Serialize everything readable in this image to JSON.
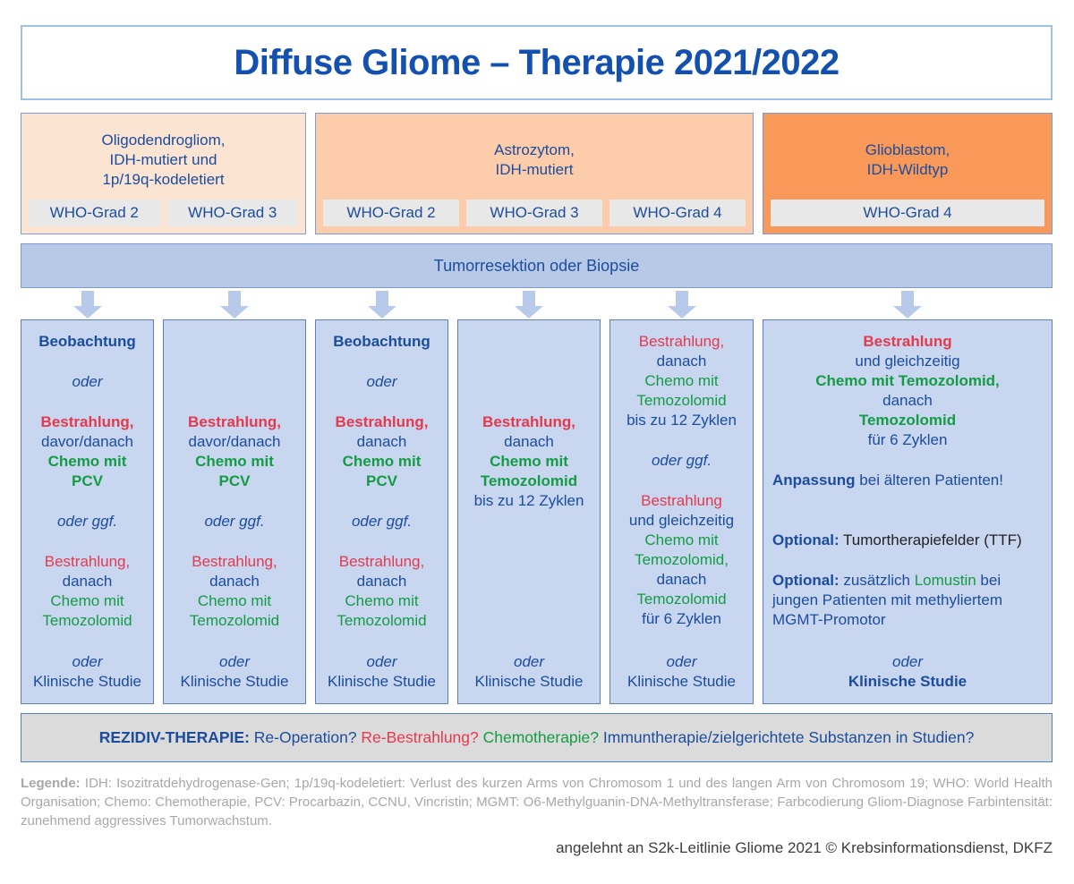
{
  "title": "Diffuse Gliome – Therapie 2021/2022",
  "colors": {
    "title_blue": "#1450b0",
    "text_blue": "#1b4c9e",
    "red": "#e5394e",
    "green": "#139c44",
    "black": "#222222",
    "group_oligodendrogliom_bg": "#fbe4d2",
    "group_astrozytom_bg": "#fdccab",
    "group_glioblastom_bg": "#f8995a",
    "grade_chip_bg": "#e8e8e8",
    "resection_bar_bg": "#b7c9e6",
    "therapy_column_bg": "#c8d6ef",
    "rezidiv_bar_bg": "#dbdbdb",
    "legend_gray": "#a8a8a8"
  },
  "header": {
    "groups": [
      {
        "id": "oligodendrogliom",
        "lines": [
          "Oligodendrogliom,",
          "IDH-mutiert und",
          "1p/19q-kodeletiert"
        ],
        "grades": [
          "WHO-Grad 2",
          "WHO-Grad 3"
        ]
      },
      {
        "id": "astrozytom",
        "lines": [
          "Astrozytom,",
          "IDH-mutiert"
        ],
        "grades": [
          "WHO-Grad 2",
          "WHO-Grad 3",
          "WHO-Grad 4"
        ]
      },
      {
        "id": "glioblastom",
        "lines": [
          "Glioblastom,",
          "IDH-Wildtyp"
        ],
        "grades": [
          "WHO-Grad 4"
        ]
      }
    ]
  },
  "resection_bar": "Tumorresektion oder Biopsie",
  "columns": [
    {
      "blocks": [
        {
          "lines": [
            [
              {
                "t": "Beobachtung",
                "b": true
              }
            ]
          ]
        },
        {
          "lines": [
            [
              {
                "t": "oder",
                "i": true
              }
            ]
          ]
        },
        {
          "lines": [
            [
              {
                "t": "Bestrahlung,",
                "c": "red",
                "b": true
              }
            ],
            [
              {
                "t": "davor/danach"
              }
            ],
            [
              {
                "t": "Chemo mit",
                "c": "green",
                "b": true
              }
            ],
            [
              {
                "t": "PCV",
                "c": "green",
                "b": true
              }
            ]
          ]
        },
        {
          "lines": [
            [
              {
                "t": "oder ggf.",
                "i": true
              }
            ]
          ]
        },
        {
          "lines": [
            [
              {
                "t": "Bestrahlung,",
                "c": "red"
              }
            ],
            [
              {
                "t": "danach"
              }
            ],
            [
              {
                "t": "Chemo mit",
                "c": "green"
              }
            ],
            [
              {
                "t": "Temozolomid",
                "c": "green"
              }
            ]
          ]
        },
        {
          "bottom": true,
          "lines": [
            [
              {
                "t": "oder",
                "i": true
              }
            ],
            [
              {
                "t": "Klinische Studie"
              }
            ]
          ]
        }
      ]
    },
    {
      "blocks": [
        {
          "mt": 90,
          "lines": [
            [
              {
                "t": "Bestrahlung,",
                "c": "red",
                "b": true
              }
            ],
            [
              {
                "t": "davor/danach"
              }
            ],
            [
              {
                "t": "Chemo mit",
                "c": "green",
                "b": true
              }
            ],
            [
              {
                "t": "PCV",
                "c": "green",
                "b": true
              }
            ]
          ]
        },
        {
          "lines": [
            [
              {
                "t": "oder ggf.",
                "i": true
              }
            ]
          ]
        },
        {
          "lines": [
            [
              {
                "t": "Bestrahlung,",
                "c": "red"
              }
            ],
            [
              {
                "t": "danach"
              }
            ],
            [
              {
                "t": "Chemo mit",
                "c": "green"
              }
            ],
            [
              {
                "t": "Temozolomid",
                "c": "green"
              }
            ]
          ]
        },
        {
          "bottom": true,
          "lines": [
            [
              {
                "t": "oder",
                "i": true
              }
            ],
            [
              {
                "t": "Klinische Studie"
              }
            ]
          ]
        }
      ]
    },
    {
      "blocks": [
        {
          "lines": [
            [
              {
                "t": "Beobachtung",
                "b": true
              }
            ]
          ]
        },
        {
          "lines": [
            [
              {
                "t": "oder",
                "i": true
              }
            ]
          ]
        },
        {
          "lines": [
            [
              {
                "t": "Bestrahlung,",
                "c": "red",
                "b": true
              }
            ],
            [
              {
                "t": "danach"
              }
            ],
            [
              {
                "t": "Chemo mit",
                "c": "green",
                "b": true
              }
            ],
            [
              {
                "t": "PCV",
                "c": "green",
                "b": true
              }
            ]
          ]
        },
        {
          "lines": [
            [
              {
                "t": "oder ggf.",
                "i": true
              }
            ]
          ]
        },
        {
          "lines": [
            [
              {
                "t": "Bestrahlung,",
                "c": "red"
              }
            ],
            [
              {
                "t": "danach"
              }
            ],
            [
              {
                "t": "Chemo mit",
                "c": "green"
              }
            ],
            [
              {
                "t": "Temozolomid",
                "c": "green"
              }
            ]
          ]
        },
        {
          "bottom": true,
          "lines": [
            [
              {
                "t": "oder",
                "i": true
              }
            ],
            [
              {
                "t": "Klinische Studie"
              }
            ]
          ]
        }
      ]
    },
    {
      "blocks": [
        {
          "mt": 90,
          "lines": [
            [
              {
                "t": "Bestrahlung,",
                "c": "red",
                "b": true
              }
            ],
            [
              {
                "t": "danach"
              }
            ],
            [
              {
                "t": "Chemo mit",
                "c": "green",
                "b": true
              }
            ],
            [
              {
                "t": "Temozolomid",
                "c": "green",
                "b": true
              }
            ],
            [
              {
                "t": "bis zu 12 Zyklen"
              }
            ]
          ]
        },
        {
          "bottom": true,
          "lines": [
            [
              {
                "t": "oder",
                "i": true
              }
            ],
            [
              {
                "t": "Klinische Studie"
              }
            ]
          ]
        }
      ]
    },
    {
      "blocks": [
        {
          "lines": [
            [
              {
                "t": "Bestrahlung,",
                "c": "red"
              }
            ],
            [
              {
                "t": "danach"
              }
            ],
            [
              {
                "t": "Chemo mit",
                "c": "green"
              }
            ],
            [
              {
                "t": "Temozolomid",
                "c": "green"
              }
            ],
            [
              {
                "t": "bis zu 12 Zyklen"
              }
            ]
          ]
        },
        {
          "lines": [
            [
              {
                "t": "oder ggf.",
                "i": true
              }
            ]
          ]
        },
        {
          "lines": [
            [
              {
                "t": "Bestrahlung",
                "c": "red"
              }
            ],
            [
              {
                "t": "und gleichzeitig"
              }
            ],
            [
              {
                "t": "Chemo mit",
                "c": "green"
              }
            ],
            [
              {
                "t": "Temozolomid,",
                "c": "green"
              }
            ],
            [
              {
                "t": "danach"
              }
            ],
            [
              {
                "t": "Temozolomid",
                "c": "green"
              }
            ],
            [
              {
                "t": "für 6 Zyklen"
              }
            ]
          ]
        },
        {
          "bottom": true,
          "lines": [
            [
              {
                "t": "oder",
                "i": true
              }
            ],
            [
              {
                "t": "Klinische Studie"
              }
            ]
          ]
        }
      ]
    },
    {
      "blocks": [
        {
          "lines": [
            [
              {
                "t": "Bestrahlung",
                "c": "red",
                "b": true
              }
            ],
            [
              {
                "t": "und gleichzeitig"
              }
            ],
            [
              {
                "t": "Chemo mit Temozolomid,",
                "c": "green",
                "b": true
              }
            ],
            [
              {
                "t": "danach"
              }
            ],
            [
              {
                "t": "Temozolomid",
                "c": "green",
                "b": true
              }
            ],
            [
              {
                "t": "für 6 Zyklen"
              }
            ]
          ]
        },
        {
          "align": "left",
          "lines": [
            [
              {
                "t": "Anpassung",
                "b": true
              },
              {
                "t": " bei älteren Patienten!"
              }
            ]
          ]
        },
        {
          "align": "left",
          "mt": 45,
          "lines": [
            [
              {
                "t": "Optional:",
                "b": true
              },
              {
                "t": " ",
                "c": "black"
              },
              {
                "t": "Tumortherapiefelder (TTF)",
                "c": "black"
              }
            ]
          ]
        },
        {
          "align": "left",
          "lines": [
            [
              {
                "t": "Optional:",
                "b": true
              },
              {
                "t": " zusätzlich "
              },
              {
                "t": "Lomustin",
                "c": "green"
              },
              {
                "t": " bei"
              }
            ],
            [
              {
                "t": "jungen Patienten mit methyliertem"
              }
            ],
            [
              {
                "t": "MGMT-Promotor"
              }
            ]
          ]
        },
        {
          "bottom": true,
          "lines": [
            [
              {
                "t": "oder",
                "i": true
              }
            ],
            [
              {
                "t": "Klinische Studie",
                "b": true
              }
            ]
          ]
        }
      ]
    }
  ],
  "rezidiv": {
    "segments": [
      {
        "t": "REZIDIV-THERAPIE: ",
        "b": true
      },
      {
        "t": "Re-Operation? "
      },
      {
        "t": "Re-Bestrahlung? ",
        "c": "red"
      },
      {
        "t": "Chemotherapie? ",
        "c": "green"
      },
      {
        "t": "Immuntherapie/zielgerichtete Substanzen in Studien?"
      }
    ]
  },
  "legend": {
    "label": "Legende:",
    "text": " IDH: Isozitratdehydrogenase-Gen; 1p/19q-kodeletiert: Verlust des kurzen Arms von Chromosom 1 und des langen Arm von Chromosom 19; WHO: World Health Organisation; Chemo: Chemotherapie, PCV: Procarbazin, CCNU, Vincristin; MGMT: O6-Methylguanin-DNA-Methyltransferase; Farbcodierung Gliom-Diagnose Farbintensität: zunehmend aggressives Tumorwachstum."
  },
  "attribution": "angelehnt an S2k-Leitlinie Gliome 2021 © Krebsinformationsdienst, DKFZ"
}
